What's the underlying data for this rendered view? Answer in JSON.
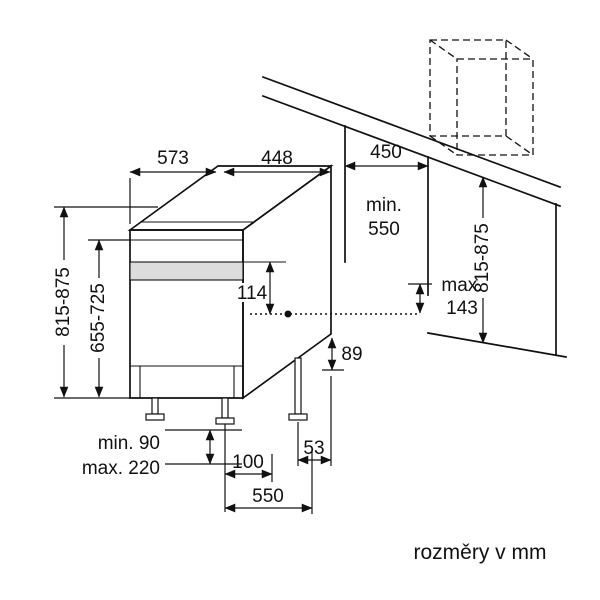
{
  "colors": {
    "ink": "#111111",
    "panel_fill": "#dcdcdc",
    "background": "#ffffff"
  },
  "caption": "rozměry v mm",
  "dims": {
    "top_depth": "573",
    "top_width": "448",
    "niche_width": "450",
    "niche_depth_label": "min.",
    "niche_depth_value": "550",
    "left_height": "815-875",
    "left_door_height": "655-725",
    "right_height": "815-875",
    "connection_top_offset": "114",
    "connection_side_label": "max.",
    "connection_side_value": "143",
    "rear_foot": "89",
    "plinth_min": "min. 90",
    "plinth_max": "max. 220",
    "foot_front_offset": "100",
    "foot_rear_offset": "53",
    "bottom_depth": "550"
  }
}
